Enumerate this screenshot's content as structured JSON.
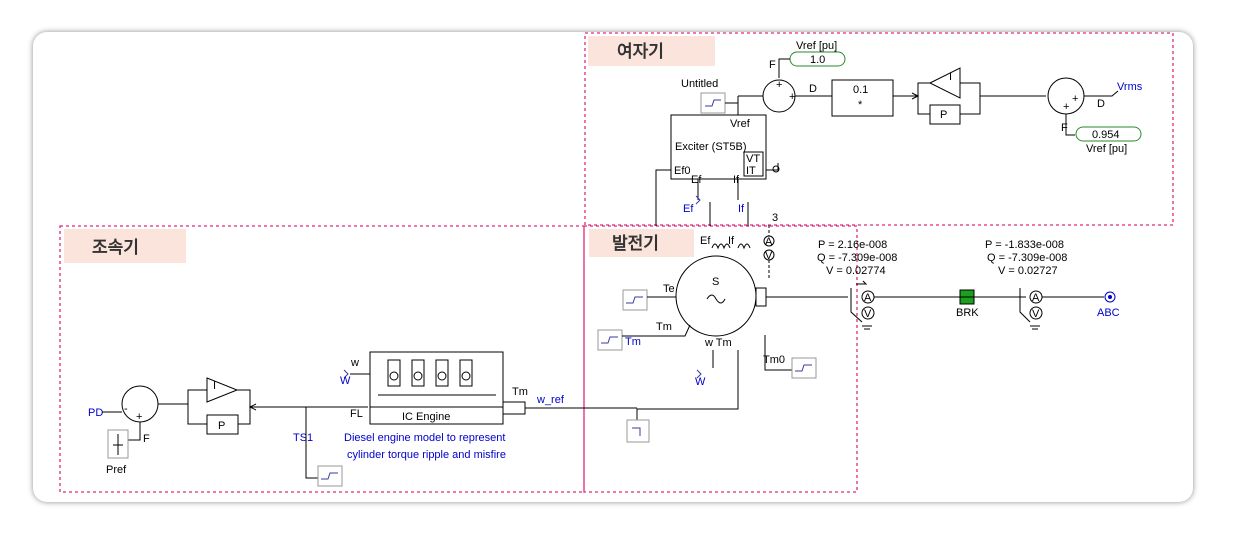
{
  "zones": {
    "exciter_label": "여자기",
    "governor_label": "조속기",
    "generator_label": "발전기"
  },
  "exciter": {
    "vref_top_label": "Vref [pu]",
    "vref_top_value": "1.0",
    "f_top": "F",
    "d_top": "D",
    "gain_value": "0.1",
    "gain_op": "*",
    "i_label": "I",
    "p_label": "P",
    "vrms": "Vrms",
    "d_right": "D",
    "f_right": "F",
    "vref_right_value": "0.954",
    "vref_right_label": "Vref [pu]",
    "untitled": "Untitled",
    "block_vref": "Vref",
    "block_title": "Exciter (ST5B)",
    "block_ef0": "Ef0",
    "block_ef": "Ef",
    "block_if": "If",
    "block_vt": "VT",
    "block_it": "IT",
    "ef_port": "Ef",
    "if_port": "If",
    "num3": "3",
    "sum_plus": "+"
  },
  "generator": {
    "ef_label": "Ef",
    "if_label": "If",
    "s_label": "S",
    "te": "Te",
    "tm_in": "Tm",
    "tm_out": "Tm",
    "w_tm": "w Tm",
    "w_port": "W",
    "tm0": "Tm0",
    "meter_a": "A",
    "meter_v": "V"
  },
  "grid": {
    "p1": "P = 2.16e-008",
    "q1": "Q = -7.309e-008",
    "v1": "V = 0.02774",
    "p2": "P = -1.833e-008",
    "q2": "Q = -7.309e-008",
    "v2": "V = 0.02727",
    "brk": "BRK",
    "abc": "ABC"
  },
  "governor": {
    "pd": "PD",
    "f": "F",
    "pref": "Pref",
    "i_label": "I",
    "p_label": "P",
    "ts1": "TS1",
    "w_in": "w",
    "w_port": "W",
    "fl": "FL",
    "engine_label": "IC Engine",
    "tm": "Tm",
    "w_ref": "w_ref",
    "caption1": "Diesel engine model to represent",
    "caption2": "cylinder torque ripple and misfire",
    "minus": "-",
    "plus": "+"
  }
}
